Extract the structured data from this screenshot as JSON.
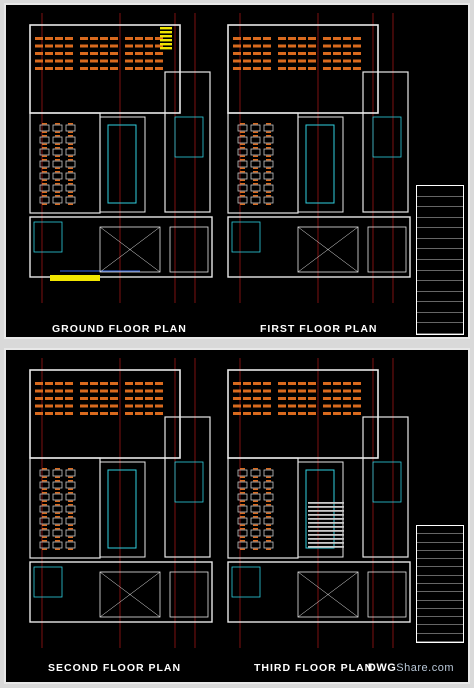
{
  "sheets": [
    {
      "id": "top",
      "labels": {
        "left": "GROUND FLOOR PLAN",
        "right": "FIRST FLOOR PLAN"
      }
    },
    {
      "id": "bottom",
      "labels": {
        "left": "SECOND FLOOR PLAN",
        "right": "THIRD FLOOR PLAN"
      }
    }
  ],
  "watermark": "DWGShare.com",
  "colors": {
    "background": "#000000",
    "wall": "#e8e8e8",
    "desk": "#d96a1e",
    "furniture": "#c9c9c9",
    "grid": "#d21e1e",
    "glass": "#2fd0e0",
    "hatch": "#f2e600",
    "accent": "#3a6df0"
  }
}
